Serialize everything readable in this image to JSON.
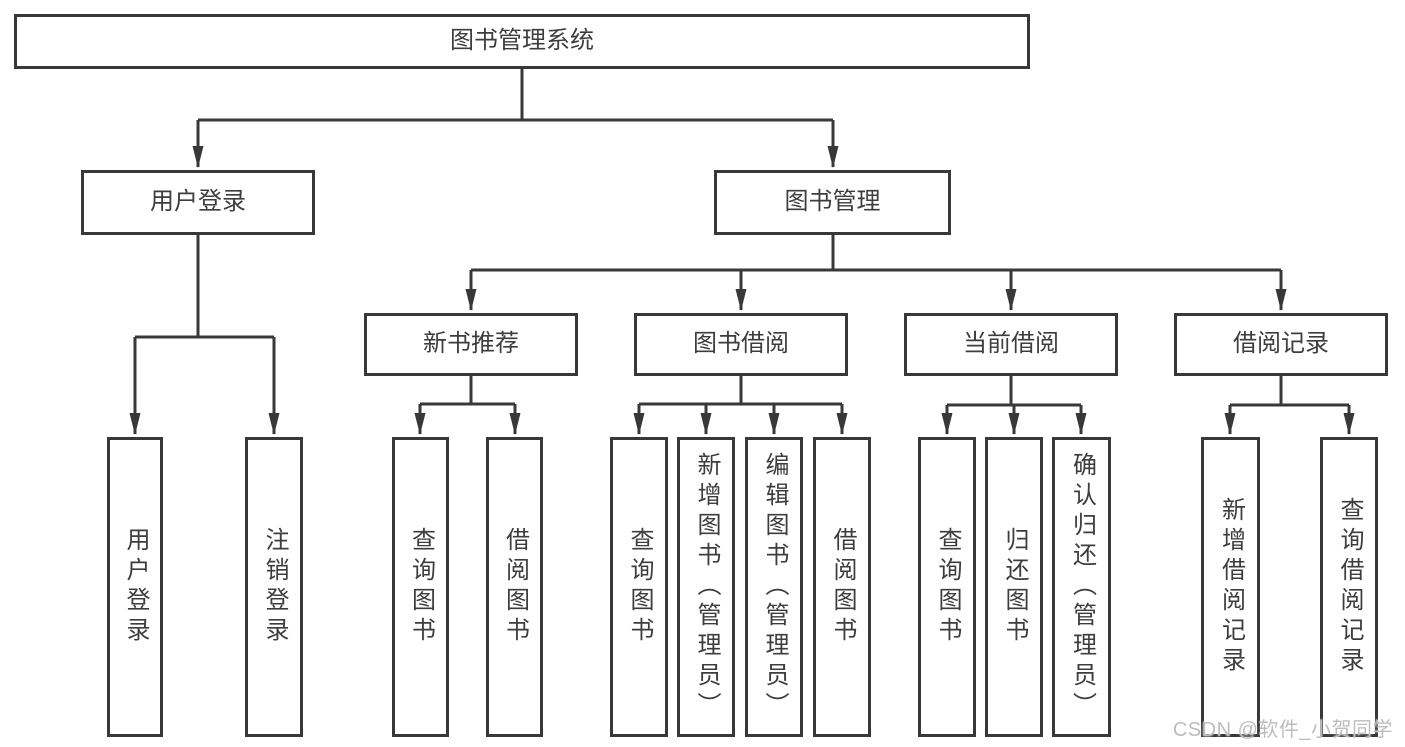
{
  "chart": {
    "root": "图书管理系统",
    "level2": {
      "user_login": "用户登录",
      "book_mgmt": "图书管理"
    },
    "level3": {
      "new_books": "新书推荐",
      "borrowing": "图书借阅",
      "current": "当前借阅",
      "records": "借阅记录"
    },
    "leaves": {
      "user_login": "用户登录",
      "logout": "注销登录",
      "nb_query": "查询图书",
      "nb_borrow": "借阅图书",
      "bw_query": "查询图书",
      "bw_add": "新增图书（管理员）",
      "bw_edit": "编辑图书（管理员）",
      "bw_borrow": "借阅图书",
      "cur_query": "查询图书",
      "cur_return": "归还图书",
      "cur_confirm": "确认归还（管理员）",
      "rec_add": "新增借阅记录",
      "rec_query": "查询借阅记录"
    }
  },
  "watermark": "CSDN @软件_小贺同学",
  "colors": {
    "line": "#383838",
    "box_border": "#383838",
    "text": "#3d3d3d",
    "background": "#ffffff",
    "watermark": "#bdbdbd"
  }
}
